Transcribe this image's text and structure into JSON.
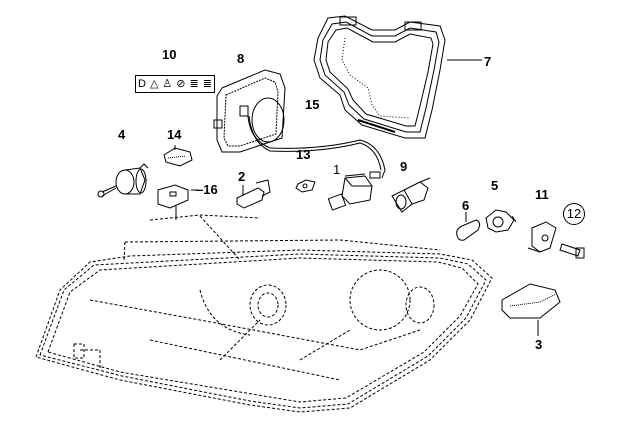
{
  "diagram": {
    "title": "Headlight assembly parts diagram",
    "line_color": "#000000",
    "background": "#ffffff",
    "callouts": [
      {
        "id": "1",
        "label": "1",
        "part": "bulb-socket-connector"
      },
      {
        "id": "2",
        "label": "2",
        "part": "halogen-bulb"
      },
      {
        "id": "3",
        "label": "3",
        "part": "control-unit"
      },
      {
        "id": "4",
        "label": "4",
        "part": "adjusting-motor"
      },
      {
        "id": "5",
        "label": "5",
        "part": "bulb-socket"
      },
      {
        "id": "6",
        "label": "6",
        "part": "indicator-bulb"
      },
      {
        "id": "7",
        "label": "7",
        "part": "rear-cover-gasket"
      },
      {
        "id": "8",
        "label": "8",
        "part": "ballast-unit"
      },
      {
        "id": "9",
        "label": "9",
        "part": "bulb-holder"
      },
      {
        "id": "10",
        "label": "10",
        "part": "warning-label"
      },
      {
        "id": "11",
        "label": "11",
        "part": "bracket-clip"
      },
      {
        "id": "12",
        "label": "12",
        "part": "screw",
        "circled": true
      },
      {
        "id": "13",
        "label": "13",
        "part": "grommet"
      },
      {
        "id": "14",
        "label": "14",
        "part": "clip"
      },
      {
        "id": "15",
        "label": "15",
        "part": "cable"
      },
      {
        "id": "16",
        "label": "16",
        "part": "mounting-bracket"
      }
    ],
    "warning_label_symbols": [
      "D",
      "△",
      "🚶",
      "⊘",
      "≣",
      "≣"
    ]
  }
}
